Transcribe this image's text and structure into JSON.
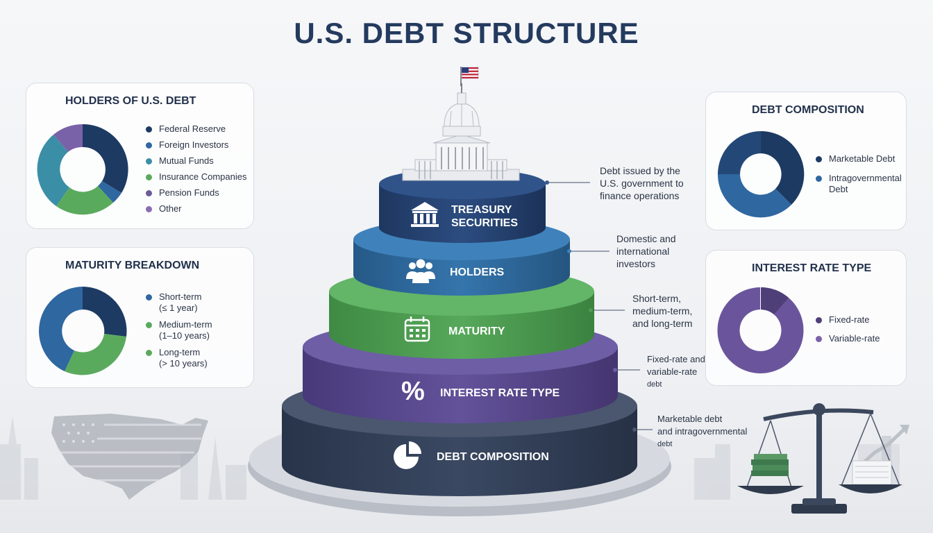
{
  "title": "U.S. DEBT STRUCTURE",
  "holders_card": {
    "title": "HOLDERS OF U.S. DEBT",
    "items": [
      {
        "label": "Federal Reserve",
        "color": "#1d3a63"
      },
      {
        "label": "Foreign Investors",
        "color": "#2f67a0"
      },
      {
        "label": "Mutual Funds",
        "color": "#3a8fa6"
      },
      {
        "label": "Insurance Companies",
        "color": "#5aaa5e"
      },
      {
        "label": "Pension Funds",
        "color": "#6f5a98"
      },
      {
        "label": "Other",
        "color": "#8a6db5"
      }
    ]
  },
  "maturity_card": {
    "title": "MATURITY BREAKDOWN",
    "items": [
      {
        "label": "Short-term",
        "sub": "(≤ 1 year)",
        "color": "#2f67a0"
      },
      {
        "label": "Medium-term",
        "sub": "(1–10 years)",
        "color": "#5aaa5e"
      },
      {
        "label": "Long-term",
        "sub": "(> 10 years)",
        "color": "#5aaa5e"
      }
    ]
  },
  "composition_card": {
    "title": "DEBT COMPOSITION",
    "items": [
      {
        "label": "Marketable Debt",
        "color": "#1d3a63"
      },
      {
        "label": "Intragovernmental",
        "sub": "Debt",
        "color": "#2f67a0"
      }
    ]
  },
  "rate_card": {
    "title": "INTEREST RATE TYPE",
    "items": [
      {
        "label": "Fixed-rate",
        "color": "#4e3f78"
      },
      {
        "label": "Variable-rate",
        "color": "#7a62a8"
      }
    ]
  },
  "tiers": [
    {
      "label1": "TREASURY",
      "label2": "SECURITIES",
      "icon": "bank-icon",
      "color": "#2a4a7c"
    },
    {
      "label1": "HOLDERS",
      "label2": "",
      "icon": "people-icon",
      "color": "#2f6aa0"
    },
    {
      "label1": "MATURITY",
      "label2": "",
      "icon": "calendar-icon",
      "color": "#4e9a50"
    },
    {
      "label1": "INTEREST RATE TYPE",
      "label2": "",
      "icon": "percent-icon",
      "color": "#5a4a8e"
    },
    {
      "label1": "DEBT COMPOSITION",
      "label2": "",
      "icon": "pie-chart-icon",
      "color": "#34425a"
    }
  ],
  "annotations": [
    {
      "line1": "Debt issued by the",
      "line2": "U.S. government to",
      "line3": "finance operations"
    },
    {
      "line1": "Domestic and",
      "line2": "international",
      "line3": "investors"
    },
    {
      "line1": "Short-term,",
      "line2": "medium-term,",
      "line3": "and long-term"
    },
    {
      "line1": "Fixed-rate and",
      "line2": "variable-rate",
      "line3": "debt"
    },
    {
      "line1": "Marketable debt",
      "line2": "and intragovernmental",
      "line3": "debt"
    }
  ],
  "percent_glyph": "%"
}
